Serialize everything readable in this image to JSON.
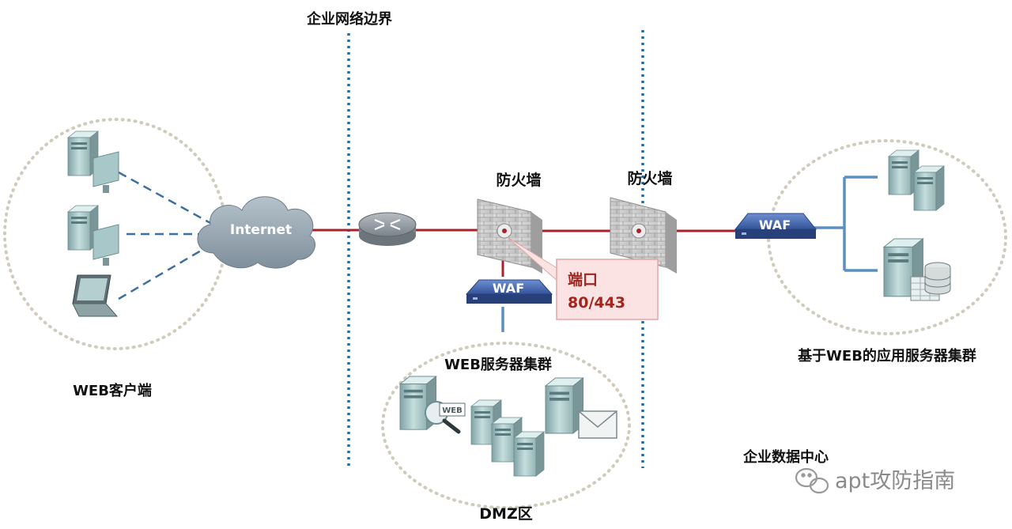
{
  "diagram": {
    "boundary_label": "企业网络边界",
    "client_group_label": "WEB客户端",
    "internet_label": "Internet",
    "firewall1_label": "防火墙",
    "firewall2_label": "防火墙",
    "waf_dmz_label": "WAF",
    "waf_app_label": "WAF",
    "port_callout_title": "端口",
    "port_callout_value": "80/443",
    "web_cluster_label": "WEB服务器集群",
    "dmz_label": "DMZ区",
    "web_badge": "WEB",
    "app_cluster_label": "基于WEB的应用服务器集群",
    "datacenter_label": "企业数据中心"
  },
  "watermark": {
    "text": "apt攻防指南"
  },
  "colors": {
    "link_red": "#a8222a",
    "link_blue": "#5b8fc2",
    "dashed_blue": "#3d6f9f",
    "boundary_dots": "#2a6a96",
    "zone_dots": "#d0ccbb",
    "waf_blue": "#4a6fb5",
    "callout_bg": "#fbe3e3",
    "callout_text": "#a0261f"
  }
}
